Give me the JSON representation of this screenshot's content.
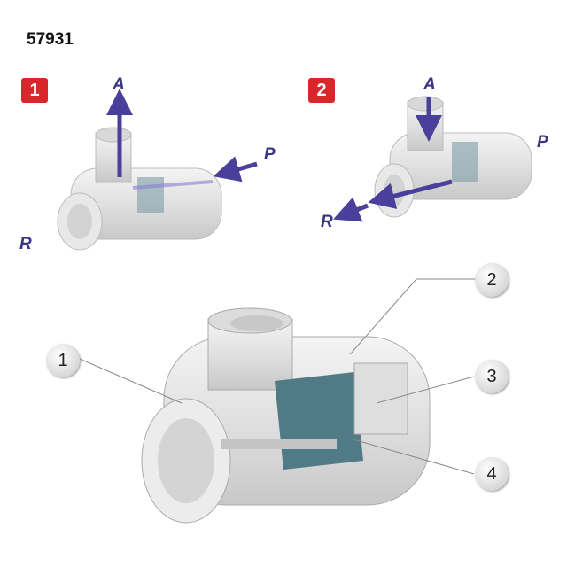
{
  "product_code": "57931",
  "views": [
    {
      "badge": "1",
      "ports": {
        "a": "A",
        "p": "P",
        "r": "R"
      }
    },
    {
      "badge": "2",
      "ports": {
        "a": "A",
        "p": "P",
        "r": "R"
      }
    }
  ],
  "callouts": [
    "1",
    "2",
    "3",
    "4"
  ],
  "colors": {
    "badge": "#d8262b",
    "arrow": "#4a3f9a",
    "piston": "#4f7a86",
    "body": "#e4e4e4"
  }
}
